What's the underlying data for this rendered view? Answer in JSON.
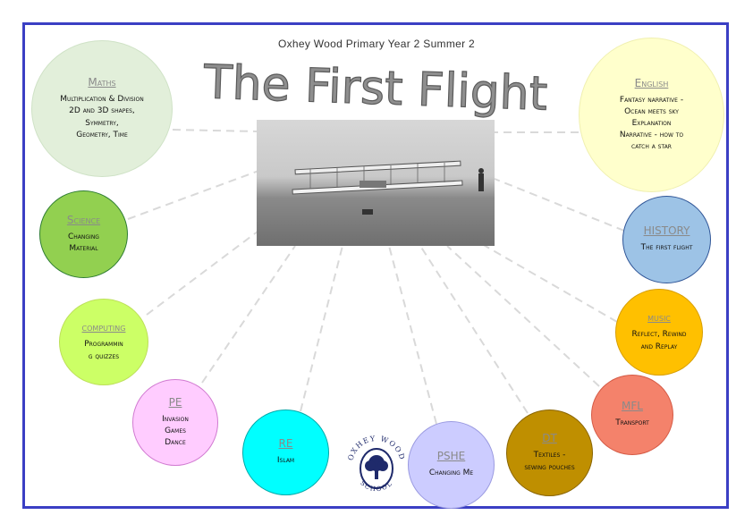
{
  "header": {
    "subtitle": "Oxhey Wood Primary Year 2 Summer 2",
    "title": "The First Flight"
  },
  "subjects": {
    "maths": {
      "name": "Maths",
      "topics": [
        "Multiplication & Division",
        "2D and 3D shapes,",
        "Symmetry,",
        "Geometry, Time"
      ]
    },
    "science": {
      "name": "Science",
      "topics": [
        "Changing",
        "Material"
      ]
    },
    "computing": {
      "name": "computing",
      "topics": [
        "Programmin",
        "g quizzes"
      ]
    },
    "pe": {
      "name": "PE",
      "topics": [
        "Invasion",
        "Games",
        "Dance"
      ]
    },
    "re": {
      "name": "RE",
      "topics": [
        "Islam"
      ]
    },
    "pshe": {
      "name": "PSHE",
      "topics": [
        "Changing Me"
      ]
    },
    "dt": {
      "name": "DT",
      "topics": [
        "Textiles -",
        "sewing pouches"
      ]
    },
    "mfl": {
      "name": "MFL",
      "topics": [
        "Transport"
      ]
    },
    "music": {
      "name": "music",
      "topics": [
        "Reflect, Rewind",
        "and Replay"
      ]
    },
    "history": {
      "name": "HISTORY",
      "topics": [
        "The first flight"
      ]
    },
    "english": {
      "name": "English",
      "topics": [
        "Fantasy narrative -",
        "Ocean meets sky",
        "Explanation",
        "Narrative - how to",
        "catch a star"
      ]
    }
  },
  "logo": {
    "top_text": "OXHEY WOOD",
    "bottom_text": "SCHOOL"
  },
  "colors": {
    "frame": "#3b3fc4",
    "title": "#8e8e8e",
    "connector": "#d9d9d9"
  }
}
